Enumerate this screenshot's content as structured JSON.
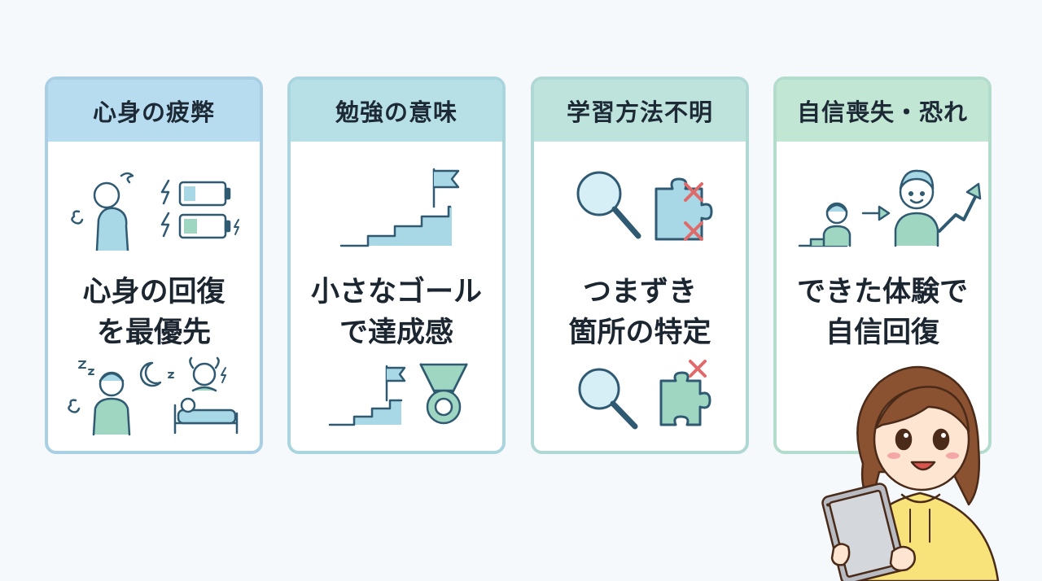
{
  "cards": [
    {
      "title": "心身の疲弊",
      "line1": "心身の回復",
      "line2": "を最優先"
    },
    {
      "title": "勉強の意味",
      "line1": "小さなゴール",
      "line2": "で達成感"
    },
    {
      "title": "学習方法不明",
      "line1": "つまずき",
      "line2": "箇所の特定"
    },
    {
      "title": "自信喪失・恐れ",
      "line1": "できた体験で",
      "line2": "自信回復"
    }
  ],
  "colors": {
    "stroke": "#2f5a72",
    "fill_blue": "#a8d8e6",
    "fill_green": "#9fd6c2",
    "accent_red": "#e06a6a",
    "hoodie": "#f8e27a",
    "hair": "#8a5230"
  },
  "icons": {
    "card1_top": [
      "tired-person-icon",
      "battery-low-icon",
      "battery-charging-icon"
    ],
    "card1_bottom": [
      "sleeping-person-icon",
      "moon-icon",
      "resting-in-bed-icon"
    ],
    "card2_top": [
      "stairs-flag-icon"
    ],
    "card2_bottom": [
      "stairs-flag-icon",
      "medal-icon"
    ],
    "card3_top": [
      "magnifier-icon",
      "puzzle-piece-icon",
      "cross-mark-icon"
    ],
    "card3_bottom": [
      "magnifier-icon",
      "puzzle-piece-icon",
      "cross-mark-icon"
    ],
    "card4": [
      "small-person-icon",
      "arrow-right-icon",
      "happy-person-icon",
      "growth-arrow-icon"
    ]
  }
}
